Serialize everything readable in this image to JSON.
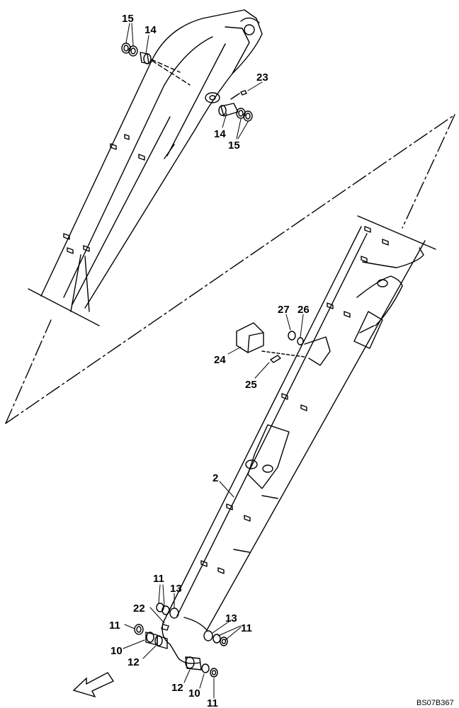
{
  "diagram": {
    "code": "BS07B367",
    "labels": {
      "l_15_top": "15",
      "l_14_top": "14",
      "l_23": "23",
      "l_14_mid": "14",
      "l_15_mid": "15",
      "l_27": "27",
      "l_26": "26",
      "l_24": "24",
      "l_25": "25",
      "l_2": "2",
      "l_11_a": "11",
      "l_13_a": "13",
      "l_22": "22",
      "l_11_b": "11",
      "l_13_b": "13",
      "l_11_c": "11",
      "l_10_a": "10",
      "l_12_a": "12",
      "l_12_b": "12",
      "l_10_b": "10",
      "l_11_d": "11"
    }
  }
}
